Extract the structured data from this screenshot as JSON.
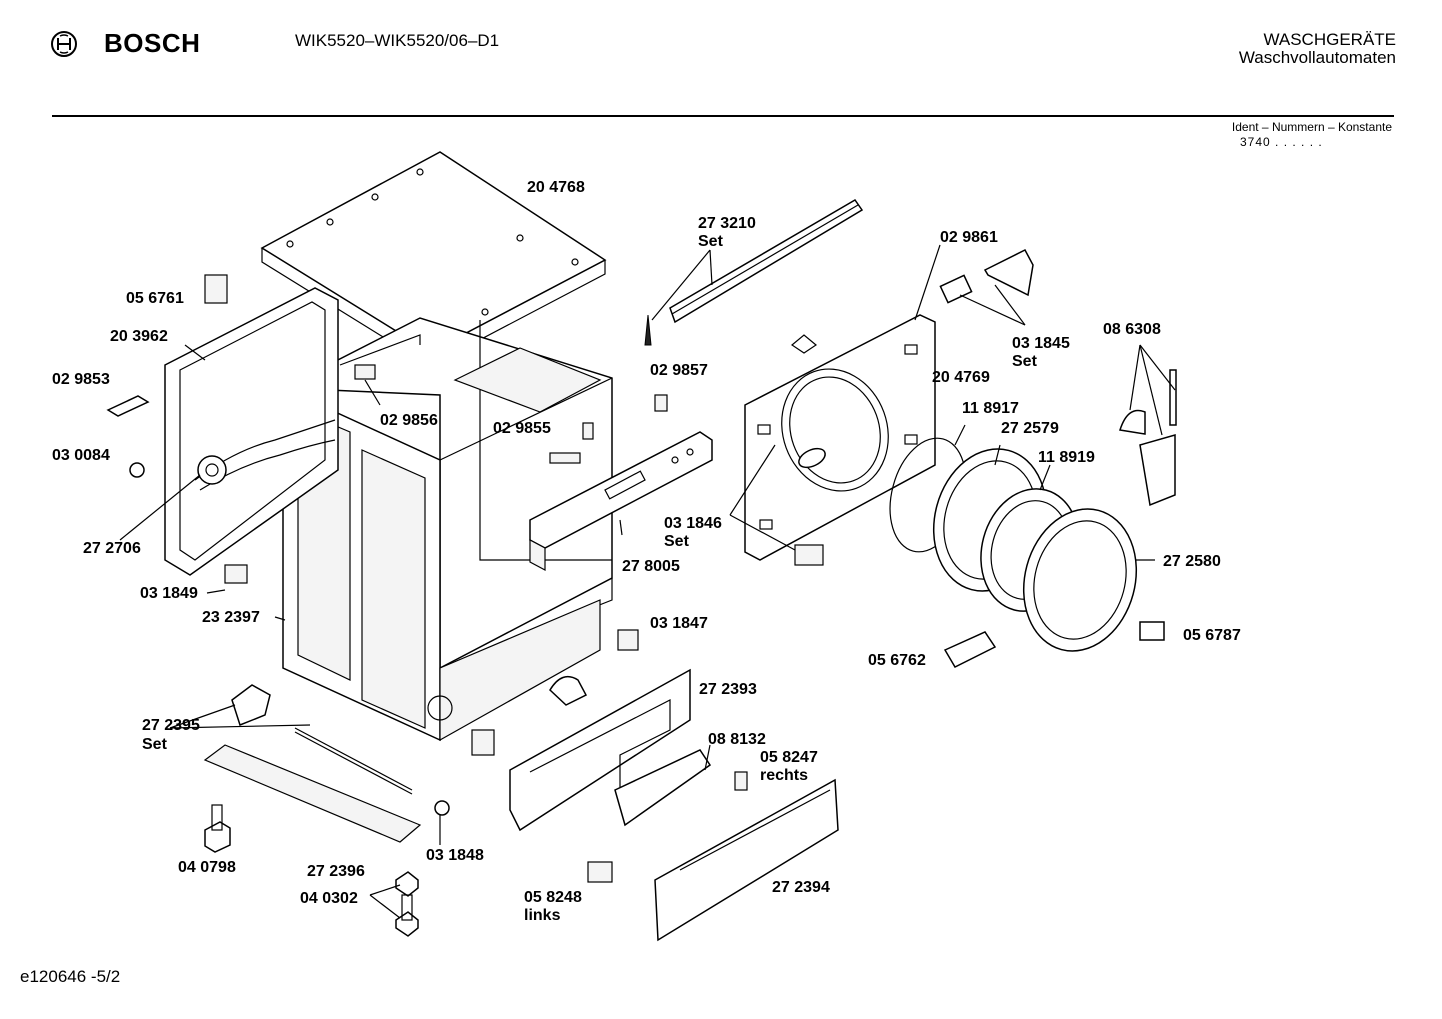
{
  "header": {
    "brand": "BOSCH",
    "model": "WIK5520–WIK5520/06–D1",
    "category_line1": "WASCHGERÄTE",
    "category_line2": "Waschvollautomaten",
    "ident_title": "Ident – Nummern – Konstante",
    "ident_value": "3740 . .   . . . ."
  },
  "footer": {
    "code": "e120646 -5/2"
  },
  "parts": {
    "p204768": "20 4768",
    "p273210": "27 3210",
    "p273210_set": "Set",
    "p029861": "02 9861",
    "p056761": "05 6761",
    "p203962": "20 3962",
    "p029853": "02 9853",
    "p030084": "03 0084",
    "p272706": "27 2706",
    "p031849": "03 1849",
    "p232397": "23 2397",
    "p029856": "02 9856",
    "p029857": "02 9857",
    "p029855": "02 9855",
    "p278005": "27 8005",
    "p031845": "03 1845",
    "p031845_set": "Set",
    "p086308": "08 6308",
    "p204769": "20 4769",
    "p118917": "11 8917",
    "p272579": "27 2579",
    "p118919": "11 8919",
    "p031846": "03 1846",
    "p031846_set": "Set",
    "p272580": "27 2580",
    "p031847": "03 1847",
    "p056787": "05 6787",
    "p056762": "05 6762",
    "p272393": "27 2393",
    "p272395": "27 2395",
    "p272395_set": "Set",
    "p088132": "08 8132",
    "p058247": "05 8247",
    "p058247_note": "rechts",
    "p040798": "04 0798",
    "p272396": "27 2396",
    "p031848": "03 1848",
    "p040302": "04 0302",
    "p058248": "05 8248",
    "p058248_note": "links",
    "p272394": "27 2394"
  }
}
